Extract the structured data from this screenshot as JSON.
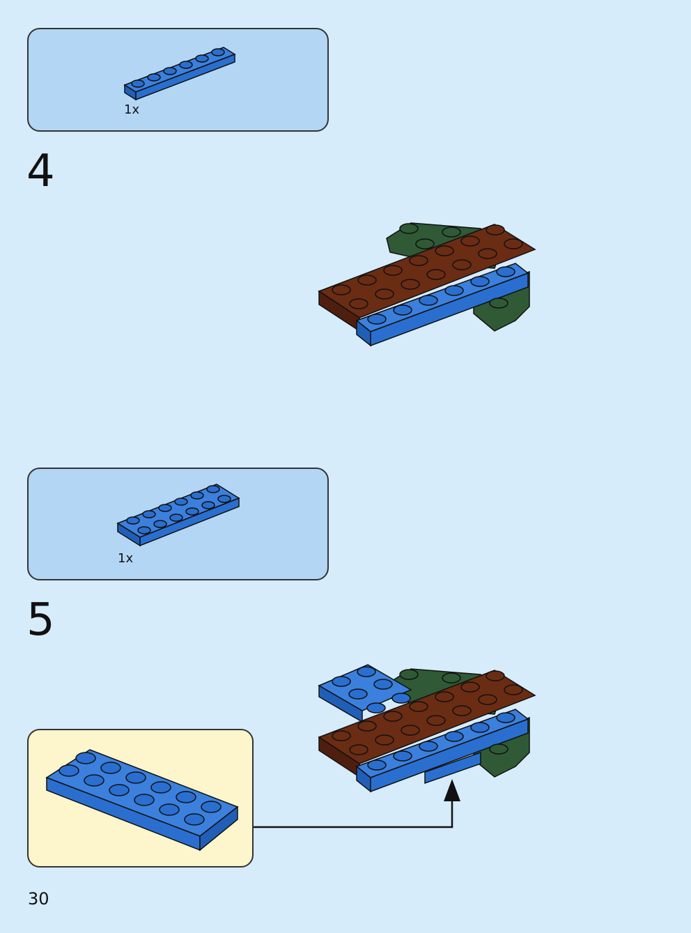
{
  "steps": [
    {
      "number": "4",
      "parts": [
        {
          "quantity": "1x"
        }
      ]
    },
    {
      "number": "5",
      "parts": [
        {
          "quantity": "1x"
        }
      ]
    }
  ],
  "page_number": "30",
  "colors": {
    "background": "#d6ecfb",
    "parts_box": "#b3d6f5",
    "callout_box": "#fdf5cc",
    "brick_blue": "#2a6fcf",
    "brick_brown": "#6b2c14",
    "brick_green": "#2f5a35"
  }
}
